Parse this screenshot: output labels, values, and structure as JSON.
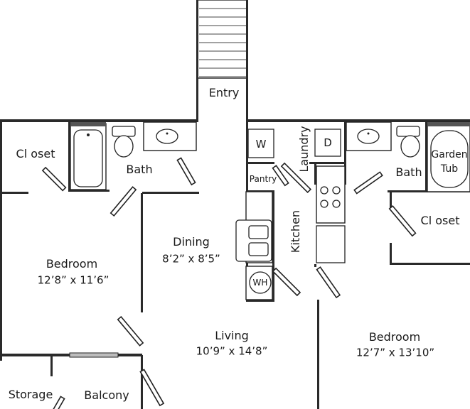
{
  "rooms": {
    "entry": {
      "label": "Entry"
    },
    "closet_left": {
      "label": "Cl oset"
    },
    "bath_left": {
      "label": "Bath"
    },
    "dining": {
      "label": "Dining",
      "dims": "8’2” x 8’5”"
    },
    "bedroom_left": {
      "label": "Bedroom",
      "dims": "12’8” x 11’6”"
    },
    "living": {
      "label": "Living",
      "dims": "10’9” x 14’8”"
    },
    "storage": {
      "label": "Storage"
    },
    "balcony": {
      "label": "Balcony"
    },
    "laundry": {
      "label": "Laundry"
    },
    "pantry": {
      "label": "Pantry"
    },
    "kitchen": {
      "label": "Kitchen"
    },
    "bath_right": {
      "label": "Bath"
    },
    "garden_tub": {
      "label_line1": "Garden",
      "label_line2": "Tub"
    },
    "closet_right": {
      "label": "Cl oset"
    },
    "bedroom_right": {
      "label": "Bedroom",
      "dims": "12’7” x 13’10”"
    }
  },
  "appliances": {
    "washer": "W",
    "dryer": "D",
    "water_heater": "WH"
  }
}
